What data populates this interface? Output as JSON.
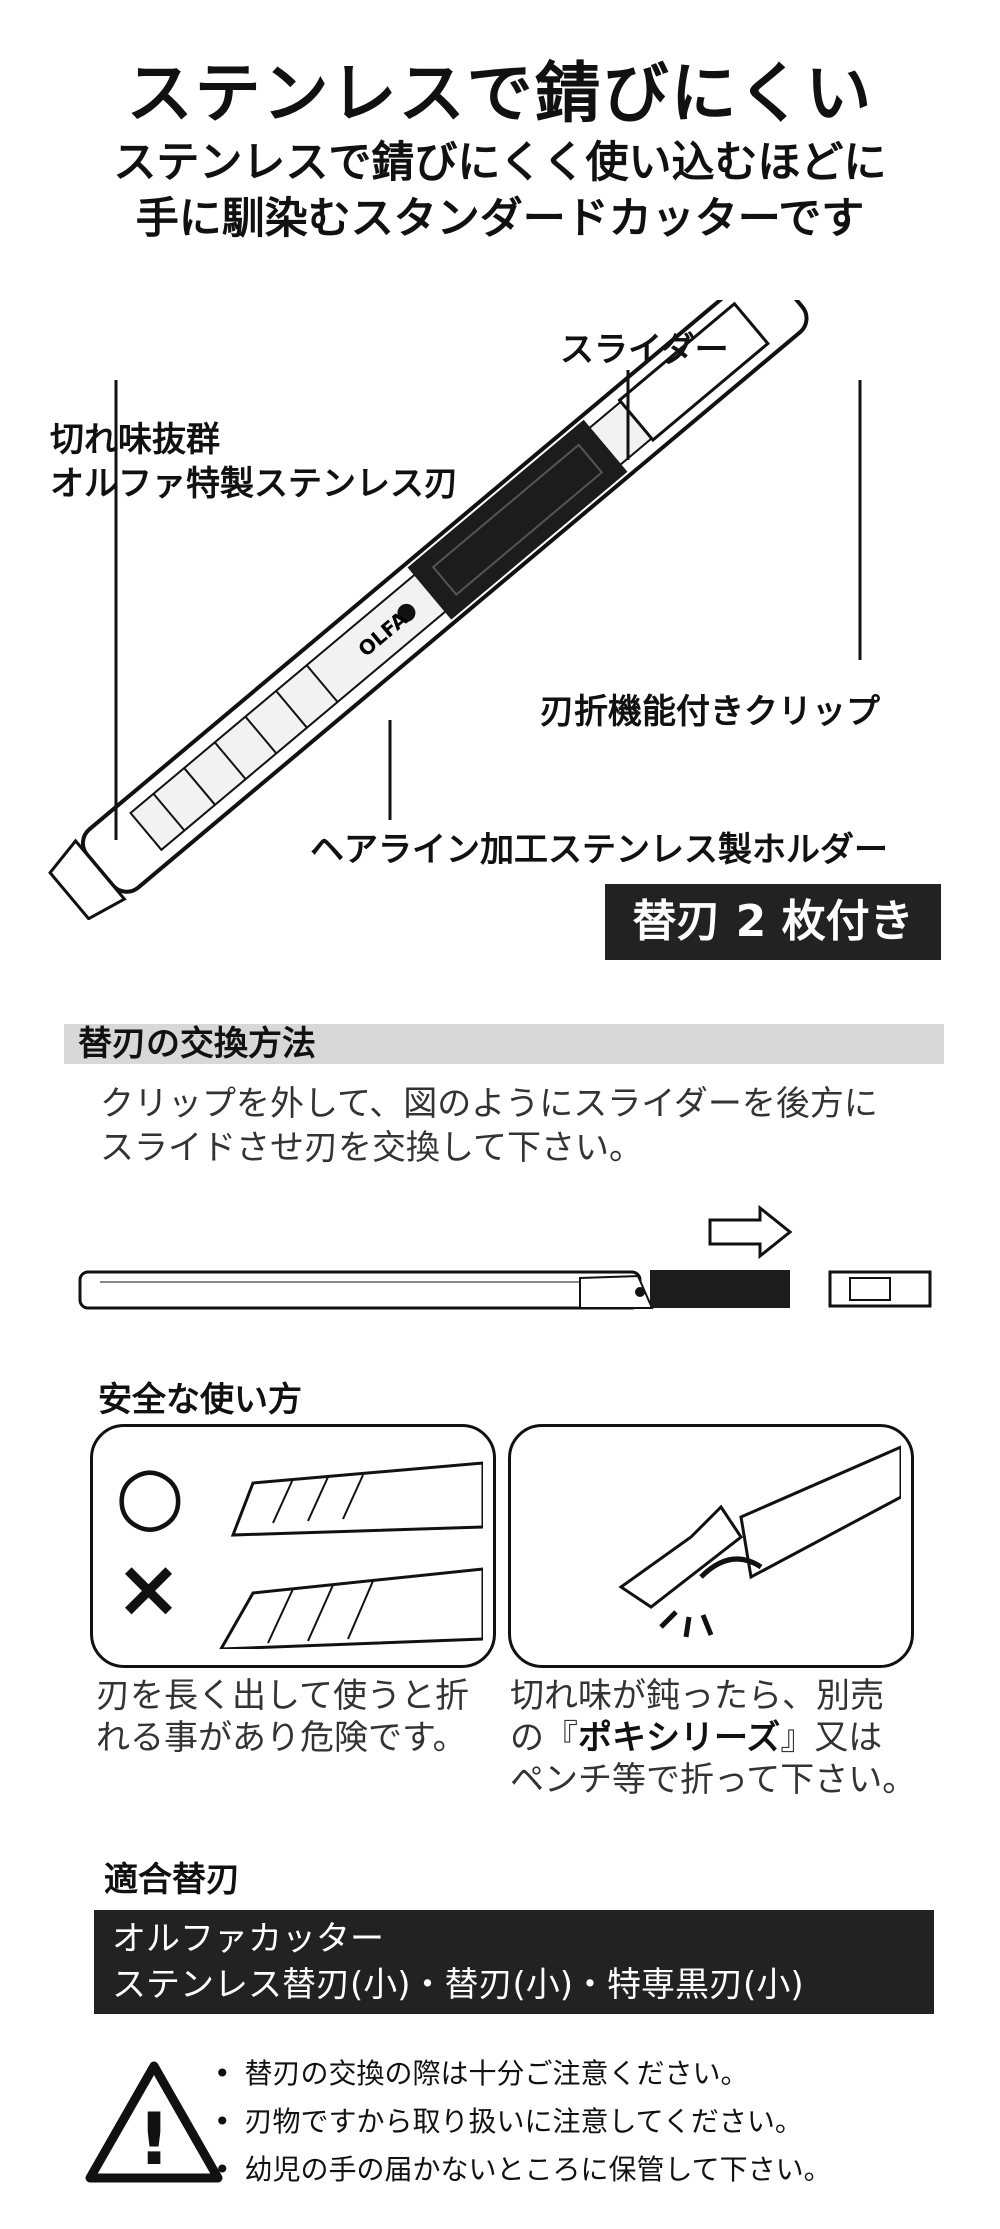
{
  "header": {
    "title": "ステンレスで錆びにくい",
    "subtitle_1": "ステンレスで錆びにくく使い込むほどに",
    "subtitle_2": "手に馴染むスタンダードカッターです"
  },
  "diagram": {
    "label_slider": "スライダー",
    "label_blade_1": "切れ味抜群",
    "label_blade_2": "オルファ特製ステンレス刃",
    "label_clip": "刃折機能付きクリップ",
    "label_holder": "ヘアライン加工ステンレス製ホルダー",
    "logo_text": "OLFA",
    "badge": "替刃 2 枚付き"
  },
  "exchange": {
    "heading": "替刃の交換方法",
    "line_1": "クリップを外して、図のようにスライダーを後方に",
    "line_2": "スライドさせ刃を交換して下さい。"
  },
  "safety": {
    "heading": "安全な使い方",
    "good_mark": "○",
    "bad_mark": "×",
    "left_text_1": "刃を長く出して使うと折",
    "left_text_2": "れる事があり危険です。",
    "right_text_1": "切れ味が鈍ったら、別売",
    "right_text_2a": "の『",
    "right_text_2b": "ポキシリーズ",
    "right_text_2c": "』又は",
    "right_text_3": "ペンチ等で折って下さい。"
  },
  "compatible": {
    "heading": "適合替刃",
    "line_1": "オルファカッター",
    "line_2": "ステンレス替刃(小)・替刃(小)・特専黒刃(小)"
  },
  "warnings": {
    "symbol": "!",
    "items": [
      "替刃の交換の際は十分ご注意ください。",
      "刃物ですから取り扱いに注意してください。",
      "幼児の手の届かないところに保管して下さい。"
    ]
  },
  "colors": {
    "ink": "#111111",
    "badge_bg": "#222222",
    "section_band": "#d8d8d8"
  }
}
